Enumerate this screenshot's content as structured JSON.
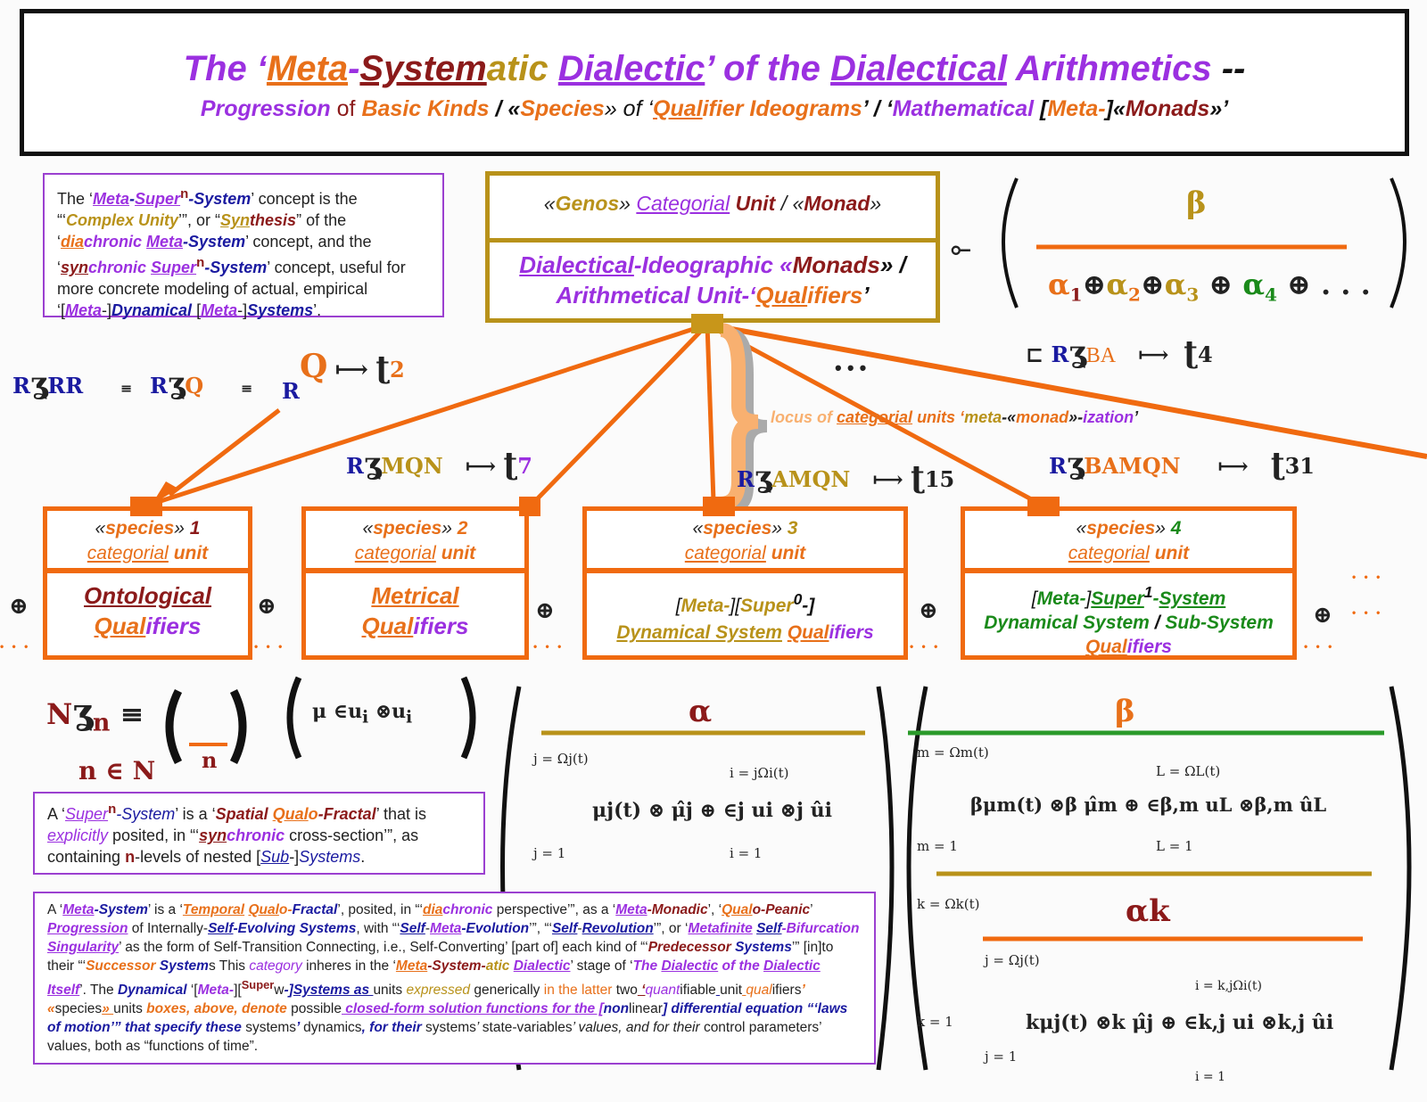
{
  "title": {
    "main": [
      "The ‘",
      "Meta",
      "-",
      "System",
      "atic",
      "Dialectic",
      "’ of the ",
      "Dialectical",
      " Arithmetics",
      " --"
    ],
    "sub": [
      "Progression",
      " of ",
      "Basic Kinds",
      " / «",
      "Species",
      "» of ‘",
      "Qual",
      "ifier Ideograms",
      "’ / ‘",
      "Mathematical",
      " [",
      "Meta-",
      "]«",
      "Monads",
      "»’"
    ]
  },
  "concept_note": [
    "The ‘",
    "Meta",
    "-",
    "Super",
    "n",
    "-System",
    "’ concept is the “‘",
    "Complex Unity",
    "’”, or “",
    "Syn",
    "thesis",
    "” of the ‘",
    "dia",
    "chronic ",
    "Meta",
    "-System",
    "’ concept, and the ‘",
    "syn",
    "chronic ",
    "Super",
    "n",
    "-System",
    "’ concept, useful for more concrete modeling of actual, empirical ‘[",
    "Meta",
    "-]",
    "Dynamical",
    " [",
    "Meta",
    "-]",
    "Systems",
    "’."
  ],
  "genos": {
    "top": [
      "«",
      "Genos",
      "» ",
      "Categorial",
      " Unit",
      " / «",
      "Monad",
      "»"
    ],
    "bottom": [
      "Dialectical",
      "-Ideographic «",
      "Monads",
      "» /",
      "Arithmetical",
      " Unit-‘",
      "Qual",
      "ifiers",
      "’"
    ]
  },
  "top_right_formula": {
    "hat": "β",
    "terms": [
      "α",
      "1",
      "⊕",
      "α",
      "2",
      "⊕",
      "α",
      "3",
      "⊕",
      "α",
      "4",
      "⊕ . . ."
    ],
    "maps_to": "⟜"
  },
  "ideograms": {
    "rr": {
      "R": "R",
      "sub": "RR",
      "eq": "≡"
    },
    "q": {
      "R": "R",
      "sub": "Q",
      "eq": "≡"
    },
    "qhat": {
      "R": "R",
      "sym": "Q",
      "map": "⟼",
      "n": "2"
    },
    "ba": {
      "prefix": "⊏",
      "R": "R",
      "sub": "BA",
      "map": "⟼",
      "n": "4"
    },
    "mqn": {
      "R": "R",
      "sub": "MQN",
      "map": "⟼",
      "n": "7"
    },
    "amqn": {
      "R": "R",
      "sub": "AMQN",
      "map": "⟼",
      "n": "15"
    },
    "bamqn": {
      "R": "R",
      "sub": "BAMQN",
      "map": "⟼",
      "n": "31"
    },
    "ellipsis": "• • •"
  },
  "locus_label": [
    "locus of ",
    "categorial",
    " units ‘",
    "meta",
    "-«",
    "monad",
    "»-",
    "ization",
    "’"
  ],
  "species": [
    {
      "label": "species",
      "num": "1",
      "unit": [
        "categorial",
        " unit"
      ],
      "body": [
        "Ontological",
        "Qual",
        "ifiers"
      ]
    },
    {
      "label": "species",
      "num": "2",
      "unit": [
        "categorial",
        " unit"
      ],
      "body": [
        "Metrical",
        "Qual",
        "ifiers"
      ]
    },
    {
      "label": "species",
      "num": "3",
      "unit": [
        "categorial",
        " unit"
      ],
      "body": [
        "[",
        "Meta-",
        "][",
        "Super",
        "0",
        "-]",
        "Dynamical System",
        " ",
        "Qual",
        "ifiers"
      ]
    },
    {
      "label": "species",
      "num": "4",
      "unit": [
        "categorial",
        " unit"
      ],
      "body": [
        "[",
        "Meta-",
        "]",
        "Super",
        "1",
        "-",
        "System",
        "Dynamical System",
        " / ",
        "Sub-System",
        "Qual",
        "ifiers"
      ]
    }
  ],
  "separators": {
    "plus": "⊕",
    "dots": "• • •"
  },
  "lower_left_formula": {
    "N": "N",
    "n": "n",
    "eq": "≡",
    "cond": "n ∈ N",
    "mu": "μ",
    "u": "u",
    "i": "i",
    "otimes": "⊗"
  },
  "alpha_formula": {
    "hat": "α",
    "upper": "j = Ωj(t)",
    "lower": "j = 1",
    "body": "μj(t) ⊗ μ̂j ⊕ ∈j ui ⊗j ûi",
    "inner_upper": "i = jΩi(t)",
    "inner_lower": "i = 1"
  },
  "beta_formula": {
    "hat": "β",
    "upper": "m = Ωm(t)",
    "lower": "m = 1",
    "body": "βμm(t) ⊗β μ̂m ⊕ ∈β,m uL ⊗β,m ûL",
    "inner_upper": "L = ΩL(t)",
    "inner_lower": "L = 1"
  },
  "alphak_formula": {
    "hat": "αk",
    "upper": "k = Ωk(t)",
    "lower": "k = 1",
    "inner_upper": "j = Ωj(t)",
    "inner_lower": "j = 1",
    "body": "kμj(t) ⊗k μ̂j ⊕ ∈k,j ui ⊗k,j ûi",
    "i_upper": "i = k,jΩi(t)",
    "i_lower": "i = 1"
  },
  "super_note": [
    "A ‘",
    "Super",
    "n",
    "-System",
    "’ is a ‘",
    "Spatial",
    " ",
    "Qual",
    "o",
    "-Fractal",
    "’ that is ",
    "ex",
    "plicitly",
    " posited, in “‘",
    "syn",
    "chronic",
    " cross-section’”, as containing ",
    "n",
    "-levels of nested [",
    "Sub",
    "-]",
    "Systems",
    "."
  ],
  "meta_note": [
    "A ‘",
    "Meta",
    "-System",
    "’ is a ‘",
    "Temporal",
    " ",
    "Qual",
    "o-",
    "Fractal",
    "’, posited, in “‘",
    "dia",
    "chronic",
    " perspective’”, as a ‘",
    "Meta",
    "-Monadic",
    "’, ‘",
    "Qual",
    "o-Peanic",
    "’ ",
    "Progression",
    " of Internally-",
    "Self",
    "-Evolving Systems",
    ", with “‘",
    "Self",
    "-",
    "Meta",
    "-Evolution",
    "’”, “‘",
    "Self",
    "-",
    "Revolution",
    "’”, or ‘",
    "Metafinite",
    " ",
    "Self",
    "-Bifurcation",
    " ",
    "Singularity",
    "’ as the form of Self-Transition Connecting, i.e., Self-Converting’ [part of] each kind of “‘",
    "Predecessor",
    " Systems",
    "’” [in]to their “‘",
    "Successor",
    " System",
    "s  This ",
    "category",
    " inheres in the ‘",
    "Meta",
    "-System-",
    "atic",
    " ",
    "Dialectic",
    "’ stage of ‘",
    "The ",
    "Dialectic",
    " of the ",
    "Dialectic",
    " ",
    "Itself",
    "’.  The ",
    "Dynamical",
    " ‘[",
    "Meta-",
    "][",
    "Super",
    "w",
    "-]",
    "Systems as ",
    "units",
    " expressed ",
    "generically",
    " in the latter ",
    "two",
    " ‘",
    "quant",
    "ifiable",
    " ",
    "unit",
    " ",
    "qual",
    "ifiers",
    "’ «",
    "species",
    "» ",
    "units",
    " boxes, above, denote ",
    "possible",
    " closed-form solution functions for the [",
    "non",
    "linear",
    "] differential equation “‘laws of motion’” that specify these ",
    "systems",
    "’ ",
    "dynamics",
    ", for their ",
    "systems",
    "’ ",
    "state-variables",
    "’ values, and for their ",
    "control parameters",
    "’ values, both as “functions of time”."
  ]
}
